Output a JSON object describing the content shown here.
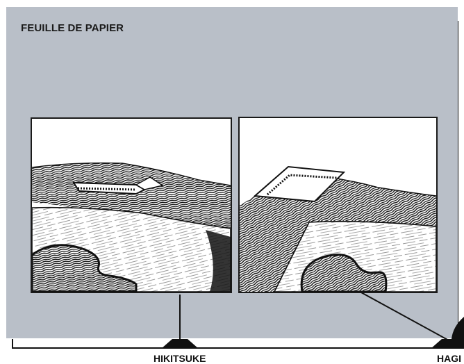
{
  "sheet": {
    "title": "FEUILLE DE PAPIER",
    "color": "#b9bfc8"
  },
  "panels": [
    {
      "name": "hikitsuke-illustration",
      "icon": "paper-tear-with-lifted-strip-icon"
    },
    {
      "name": "hagashi-illustration",
      "icon": "paper-tear-with-peeled-corner-icon"
    }
  ],
  "labels": {
    "left": "HIKITSUKE",
    "right": "HAGI"
  },
  "colors": {
    "ink": "#111111",
    "paper": "#ffffff"
  }
}
